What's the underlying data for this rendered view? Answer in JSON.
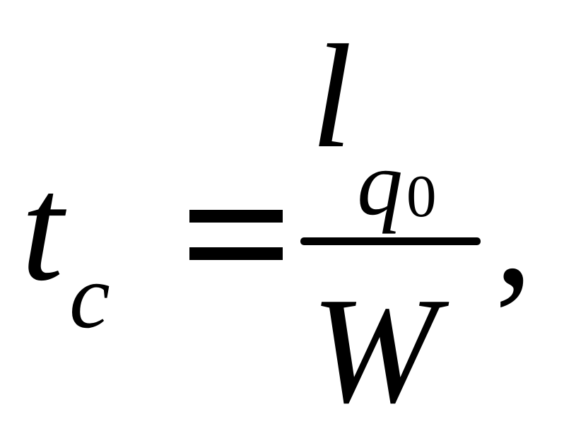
{
  "formula": {
    "lhs": {
      "base": "t",
      "subscript": "c"
    },
    "relation": "=",
    "rhs": {
      "numerator": {
        "base": "l",
        "subscript": "q",
        "subscript_index": "0"
      },
      "denominator": "W"
    },
    "punctuation": ","
  },
  "colors": {
    "text": "#000000",
    "background": "#ffffff"
  }
}
